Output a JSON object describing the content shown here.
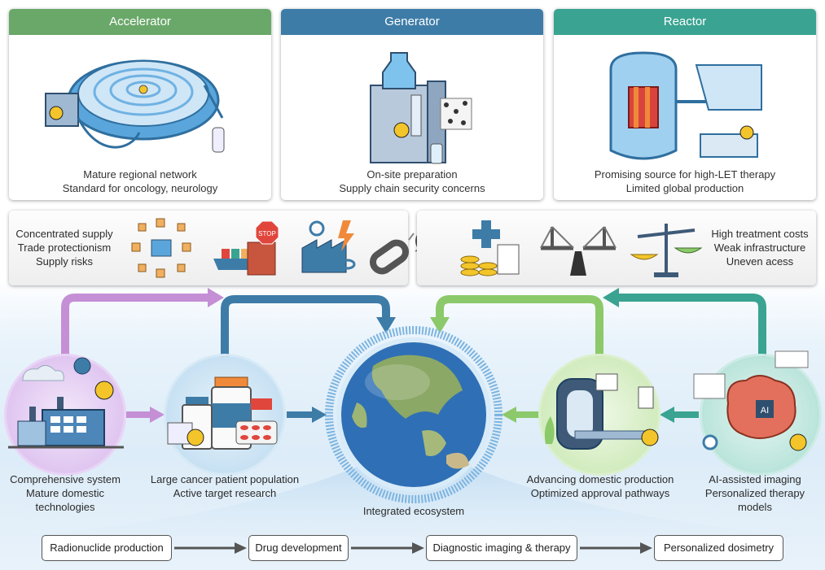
{
  "panels": [
    {
      "title": "Accelerator",
      "color": "#6aa86a",
      "lines": [
        "Mature regional network",
        "Standard for oncology, neurology"
      ]
    },
    {
      "title": "Generator",
      "color": "#3e7ca8",
      "lines": [
        "On-site preparation",
        "Supply chain security concerns"
      ]
    },
    {
      "title": "Reactor",
      "color": "#3aa391",
      "lines": [
        "Promising source for high-LET therapy",
        "Limited global production"
      ]
    }
  ],
  "left_band": {
    "lines": [
      "Concentrated supply",
      "Trade protectionism",
      "Supply risks"
    ]
  },
  "right_band": {
    "lines": [
      "High treatment costs",
      "Weak infrastructure",
      "Uneven acess"
    ]
  },
  "nodes": [
    {
      "lines": [
        "Comprehensive system",
        "Mature domestic",
        "technologies"
      ]
    },
    {
      "lines": [
        "Large cancer patient population",
        "Active target research"
      ]
    },
    {
      "lines": [
        "Advancing domestic production",
        "Optimized approval pathways"
      ]
    },
    {
      "lines": [
        "AI-assisted imaging",
        "Personalized therapy",
        "models"
      ]
    }
  ],
  "center": {
    "label": "Integrated ecosystem"
  },
  "ai_chip": "AI",
  "stop_sign": "STOP",
  "pipeline": [
    "Radionuclide production",
    "Drug development",
    "Diagnostic imaging & therapy",
    "Personalized dosimetry"
  ],
  "colors": {
    "purple_arrow": "#c58fd6",
    "blue_arrow": "#3e7ca8",
    "green_arrow": "#8cc96a",
    "teal_arrow": "#3aa391"
  }
}
